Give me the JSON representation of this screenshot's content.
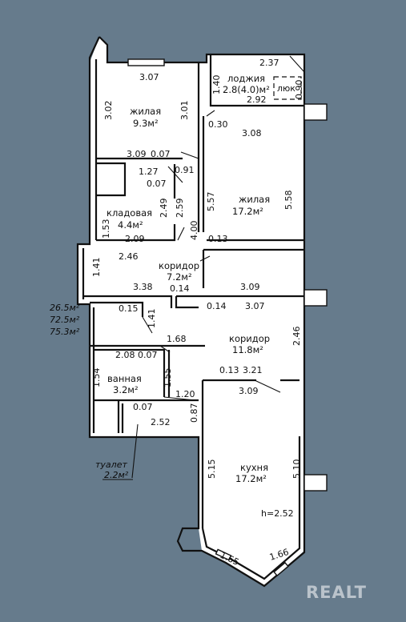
{
  "rooms": {
    "living1": {
      "name": "жилая",
      "area": "9.3м²"
    },
    "loggia": {
      "name": "лоджия",
      "area": "2.8(4.0)м²",
      "hatch": "люк"
    },
    "living2": {
      "name": "жилая",
      "area": "17.2м²"
    },
    "storage": {
      "name": "кладовая",
      "area": "4.4м²"
    },
    "corridor1": {
      "name": "коридор",
      "area": "7.2м²"
    },
    "corridor2": {
      "name": "коридор",
      "area": "11.8м²"
    },
    "bathroom": {
      "name": "ванная",
      "area": "3.2м²"
    },
    "toilet": {
      "name": "туалет",
      "area": "2.2м²"
    },
    "kitchen": {
      "name": "кухня",
      "area": "17.2м²",
      "height": "h=2.52"
    }
  },
  "totals": [
    "26.5м²",
    "72.5м²",
    "75.3м²"
  ],
  "dimensions": {
    "d307a": "3.07",
    "d302": "3.02",
    "d301": "3.01",
    "d237": "2.37",
    "d140": "1.40",
    "d292": "2.92",
    "d090": "0.90",
    "d030": "0.30",
    "d308": "3.08",
    "d309a": "3.09",
    "d007a": "0.07",
    "d091": "0.91",
    "d127": "1.27",
    "d007b": "0.07",
    "d249": "2.49",
    "d259": "2.59",
    "d557": "5.57",
    "d558": "5.58",
    "d153": "1.53",
    "d400": "4.00",
    "d209": "2.09",
    "d013a": "0.13",
    "d246a": "2.46",
    "d141a": "1.41",
    "d338": "3.38",
    "d014a": "0.14",
    "d309b": "3.09",
    "d014b": "0.14",
    "d307b": "3.07",
    "d015": "0.15",
    "d141b": "1.41",
    "d246b": "2.46",
    "d168": "1.68",
    "d208": "2.08",
    "d007c": "0.07",
    "d154": "1.54",
    "d155": "1.55",
    "d013b": "0.13",
    "d321": "3.21",
    "d120": "1.20",
    "d309c": "3.09",
    "d007d": "0.07",
    "d087": "0.87",
    "d252": "2.52",
    "d515": "5.15",
    "d510": "5.10",
    "d165": "1.65",
    "d166": "1.66"
  },
  "brand": "REALT"
}
